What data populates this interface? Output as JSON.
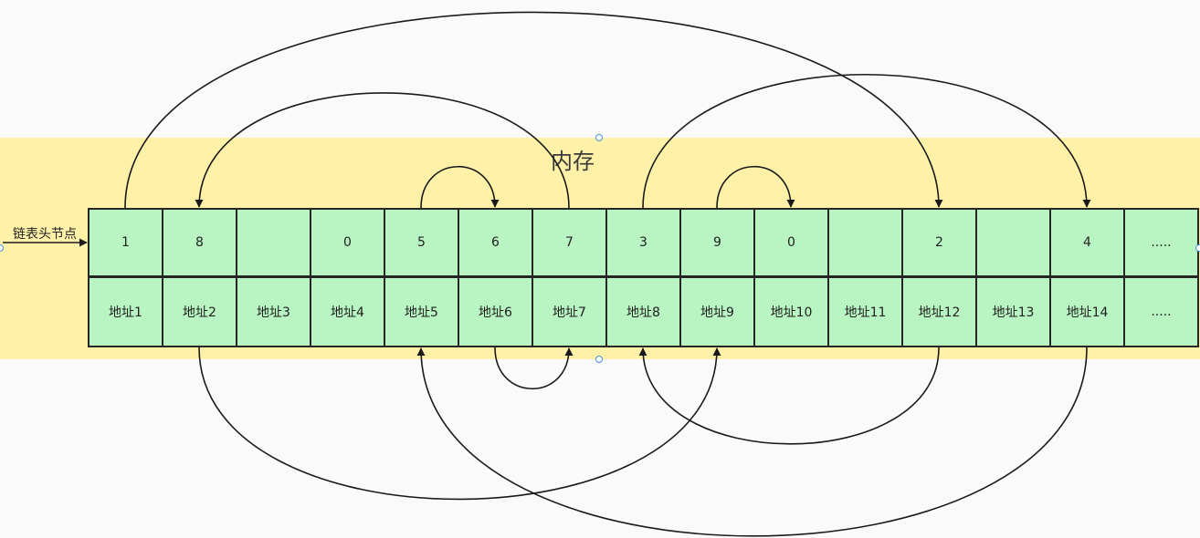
{
  "diagram": {
    "title": "内存",
    "head_label": "链表头节点",
    "values": [
      "1",
      "8",
      "",
      "0",
      "5",
      "6",
      "7",
      "3",
      "9",
      "0",
      "",
      "2",
      "",
      "4",
      "....."
    ],
    "addresses": [
      "地址1",
      "地址2",
      "地址3",
      "地址4",
      "地址5",
      "地址6",
      "地址7",
      "地址8",
      "地址9",
      "地址10",
      "地址11",
      "地址12",
      "地址13",
      "地址14",
      "....."
    ],
    "links_top": [
      {
        "from": "地址1",
        "to": "地址12"
      },
      {
        "from": "地址7",
        "to": "地址2"
      },
      {
        "from": "地址5",
        "to": "地址6"
      },
      {
        "from": "地址8",
        "to": "地址14"
      },
      {
        "from": "地址9",
        "to": "地址10"
      }
    ],
    "links_bottom": [
      {
        "from": "地址2",
        "to": "地址9"
      },
      {
        "from": "地址6",
        "to": "地址7"
      },
      {
        "from": "地址12",
        "to": "地址8"
      },
      {
        "from": "地址14",
        "to": "地址5"
      }
    ]
  },
  "colors": {
    "background": "#fafafa",
    "band": "#fff2a8",
    "cell_fill": "#b9f5c3",
    "cell_border": "#262626",
    "arrow": "#1a1a1a",
    "selection_handle": "#4a90d9"
  }
}
